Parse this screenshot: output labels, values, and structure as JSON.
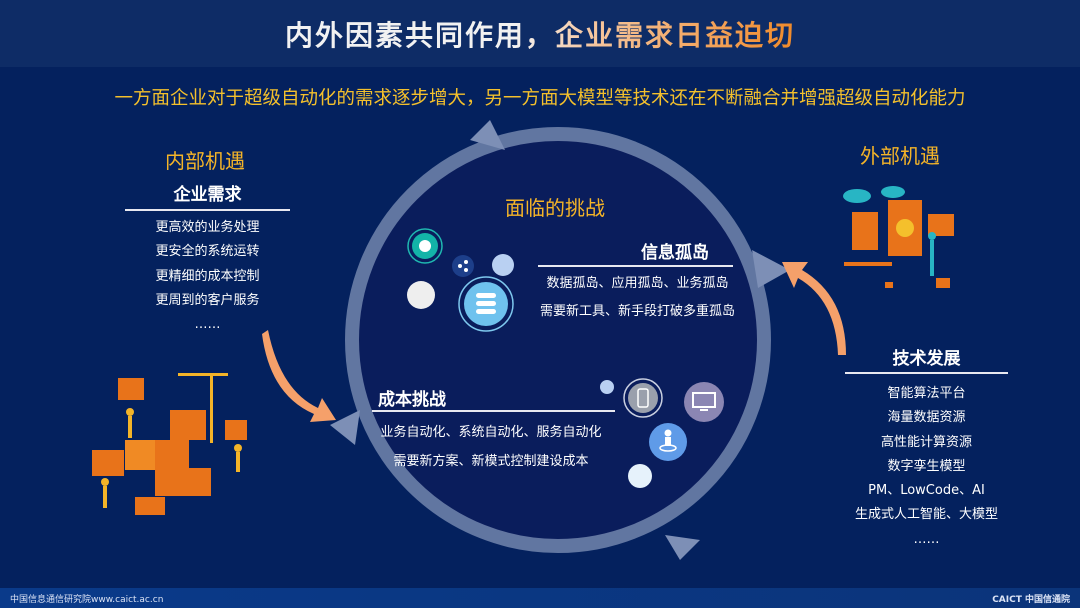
{
  "title": "内外因素共同作用，企业需求日益迫切",
  "subtitle": "一方面企业对于超级自动化的需求逐步增大，另一方面大模型等技术还在不断融合并增强超级自动化能力",
  "internal": {
    "heading": "内部机遇",
    "subheading": "企业需求",
    "items": [
      "更高效的业务处理",
      "更安全的系统运转",
      "更精细的成本控制",
      "更周到的客户服务",
      "……"
    ]
  },
  "external": {
    "heading": "外部机遇",
    "subheading": "技术发展",
    "items": [
      "智能算法平台",
      "海量数据资源",
      "高性能计算资源",
      "数字孪生模型",
      "PM、LowCode、AI",
      "生成式人工智能、大模型",
      "……"
    ]
  },
  "center": {
    "heading": "面临的挑战",
    "info_island": {
      "title": "信息孤岛",
      "lines": [
        "数据孤岛、应用孤岛、业务孤岛",
        "需要新工具、新手段打破多重孤岛"
      ]
    },
    "cost": {
      "title": "成本挑战",
      "lines": [
        "业务自动化、系统自动化、服务自动化",
        "需要新方案、新模式控制建设成本"
      ]
    }
  },
  "footer": {
    "left": "中国信息通信研究院www.caict.ac.cn",
    "right": "CAICT 中国信通院"
  },
  "colors": {
    "background": "#04215e",
    "accent_orange": "#f4b428",
    "arrow": "#f5a06a",
    "ring": "#6b7fa8"
  }
}
